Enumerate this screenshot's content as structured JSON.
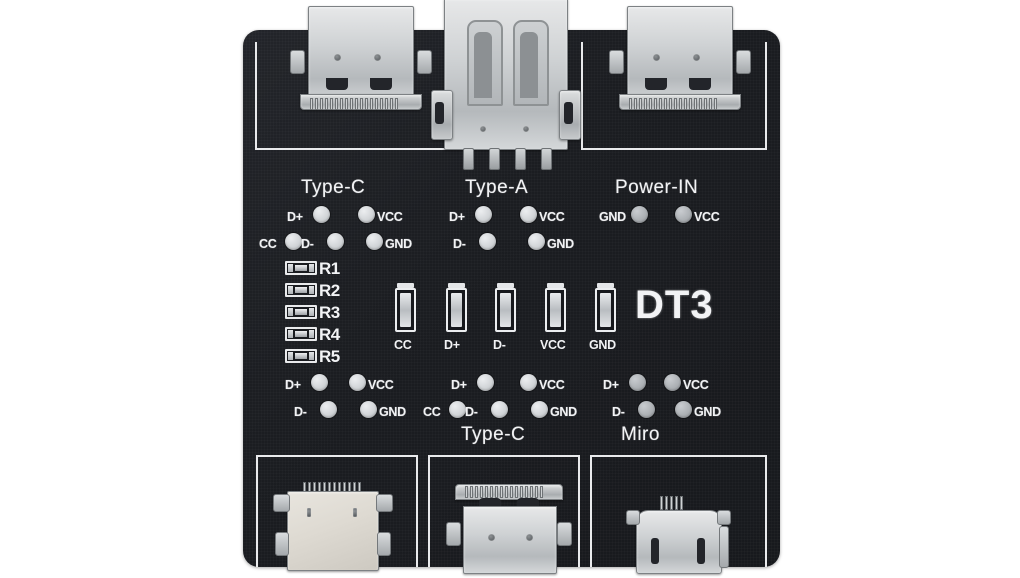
{
  "product": {
    "name": "DT3",
    "brand_label": "DT3",
    "type": "usb-cable-tester-pcb",
    "board_color": "#1b1d21",
    "silkscreen_color": "#e9eaec",
    "pad_color": "#d2d5d8"
  },
  "sections": {
    "top_left": {
      "title": "Type-C",
      "pins_row1": [
        "D+",
        "VCC"
      ],
      "pins_row2": [
        "CC",
        "D-",
        "GND"
      ]
    },
    "top_middle": {
      "title": "Type-A",
      "pins_row1": [
        "D+",
        "VCC"
      ],
      "pins_row2": [
        "D-",
        "GND"
      ]
    },
    "top_right": {
      "title": "Power-IN",
      "pins_row1": [
        "GND",
        "VCC"
      ],
      "pins_row2": []
    },
    "bottom_left": {
      "title": "",
      "pins_row1": [
        "D+",
        "VCC"
      ],
      "pins_row2": [
        "D-",
        "GND"
      ]
    },
    "bottom_middle": {
      "title": "Type-C",
      "pins_row1": [
        "D+",
        "VCC"
      ],
      "pins_row2": [
        "CC",
        "D-",
        "GND"
      ]
    },
    "bottom_right": {
      "title": "Miro",
      "pins_row1": [
        "D+",
        "VCC"
      ],
      "pins_row2": [
        "D-",
        "GND"
      ]
    }
  },
  "resistors": [
    {
      "ref": "R1"
    },
    {
      "ref": "R2"
    },
    {
      "ref": "R3"
    },
    {
      "ref": "R4"
    },
    {
      "ref": "R5"
    }
  ],
  "switch_pads": [
    {
      "label": "CC"
    },
    {
      "label": "D+"
    },
    {
      "label": "D-"
    },
    {
      "label": "VCC"
    },
    {
      "label": "GND"
    }
  ],
  "connectors": [
    {
      "id": "top-left",
      "kind": "usb-c-female"
    },
    {
      "id": "top-middle",
      "kind": "usb-a-female"
    },
    {
      "id": "top-right",
      "kind": "usb-c-female"
    },
    {
      "id": "bottom-left",
      "kind": "lightning-female"
    },
    {
      "id": "bottom-middle",
      "kind": "usb-c-female"
    },
    {
      "id": "bottom-right",
      "kind": "micro-usb-female"
    }
  ]
}
